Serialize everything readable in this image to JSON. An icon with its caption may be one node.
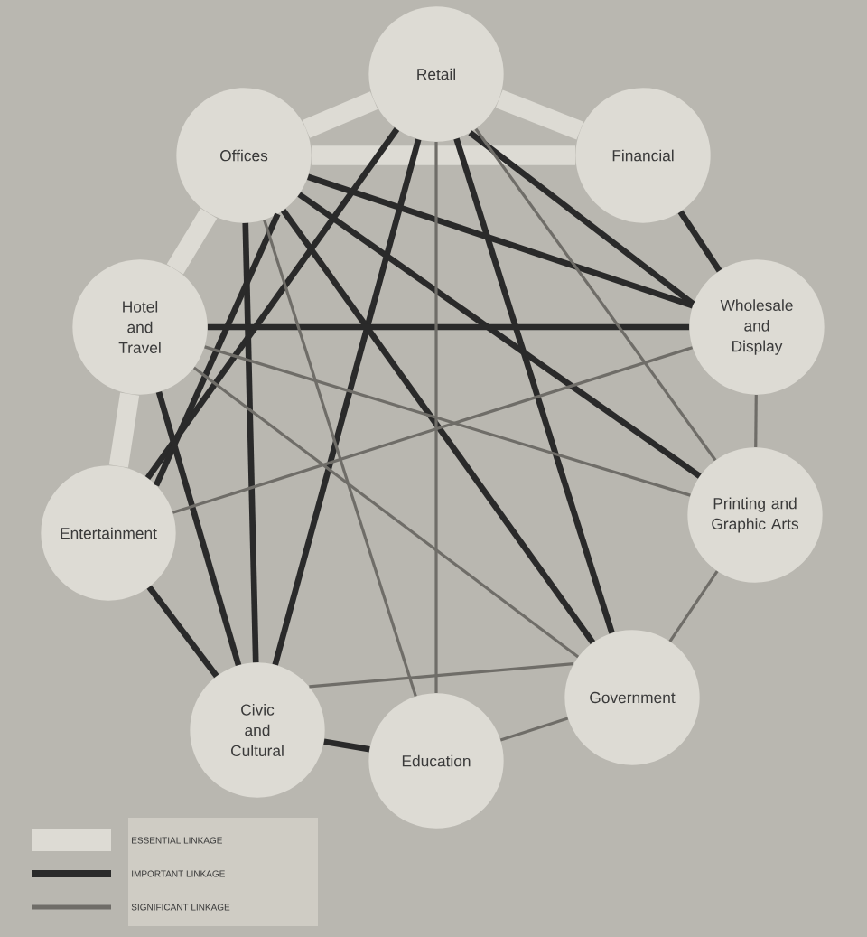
{
  "diagram": {
    "nodes": [
      {
        "text": [
          "Retail"
        ]
      },
      {
        "text": [
          "Financial"
        ]
      },
      {
        "text": [
          "Offices"
        ]
      },
      {
        "text": [
          "Wholesale and Display"
        ]
      },
      {
        "text": [
          "Hotel and Travel"
        ]
      },
      {
        "text": [
          "Printing and Graphic Arts"
        ]
      },
      {
        "text": [
          "Entertainment"
        ]
      },
      {
        "text": [
          "Government"
        ]
      },
      {
        "text": [
          "Civic and Cultural"
        ]
      },
      {
        "text": [
          "Education"
        ]
      }
    ],
    "edges": [
      {
        "from": 0,
        "to": 1,
        "arrow": "none",
        "style": "thick",
        "color": "#dddbd4"
      },
      {
        "from": 0,
        "to": 2,
        "arrow": "none",
        "style": "thick",
        "color": "#dddbd4"
      },
      {
        "from": 2,
        "to": 1,
        "arrow": "none",
        "style": "thick",
        "color": "#dddbd4"
      },
      {
        "from": 2,
        "to": 4,
        "arrow": "none",
        "style": "thick",
        "color": "#dddbd4"
      },
      {
        "from": 4,
        "to": 6,
        "arrow": "none",
        "style": "thick",
        "color": "#dddbd4"
      },
      {
        "from": 1,
        "to": 3,
        "arrow": "none"
      },
      {
        "from": 6,
        "to": 8,
        "arrow": "none"
      },
      {
        "from": 8,
        "to": 9,
        "arrow": "none"
      },
      {
        "from": 0,
        "to": 3,
        "arrow": "none"
      },
      {
        "from": 0,
        "to": 7,
        "arrow": "none"
      },
      {
        "from": 0,
        "to": 8,
        "arrow": "none"
      },
      {
        "from": 0,
        "to": 6,
        "arrow": "none"
      },
      {
        "from": 2,
        "to": 3,
        "arrow": "none"
      },
      {
        "from": 2,
        "to": 5,
        "arrow": "none"
      },
      {
        "from": 2,
        "to": 7,
        "arrow": "none"
      },
      {
        "from": 2,
        "to": 8,
        "arrow": "none"
      },
      {
        "from": 2,
        "to": 6,
        "arrow": "none"
      },
      {
        "from": 4,
        "to": 3,
        "arrow": "none"
      },
      {
        "from": 4,
        "to": 8,
        "arrow": "none"
      },
      {
        "from": 3,
        "to": 5,
        "arrow": "none",
        "color": "#6f6d68"
      },
      {
        "from": 5,
        "to": 7,
        "arrow": "none",
        "color": "#6f6d68"
      },
      {
        "from": 7,
        "to": 9,
        "arrow": "none",
        "color": "#6f6d68"
      },
      {
        "from": 0,
        "to": 9,
        "arrow": "none",
        "color": "#6f6d68"
      },
      {
        "from": 0,
        "to": 5,
        "arrow": "none",
        "color": "#6f6d68"
      },
      {
        "from": 4,
        "to": 5,
        "arrow": "none",
        "color": "#6f6d68"
      },
      {
        "from": 4,
        "to": 7,
        "arrow": "none",
        "color": "#6f6d68"
      },
      {
        "from": 6,
        "to": 3,
        "arrow": "none",
        "color": "#6f6d68"
      },
      {
        "from": 8,
        "to": 7,
        "arrow": "none",
        "color": "#6f6d68"
      },
      {
        "from": 2,
        "to": 9,
        "arrow": "none",
        "color": "#6f6d68"
      }
    ],
    "legend": [
      {
        "text": "ESSENTIAL LINKAGE",
        "color": "#dddbd4"
      },
      {
        "text": "IMPORTANT LINKAGE",
        "color": "#2a2a2a"
      },
      {
        "text": "SIGNIFICANT LINKAGE",
        "color": "#6f6d68"
      }
    ]
  }
}
